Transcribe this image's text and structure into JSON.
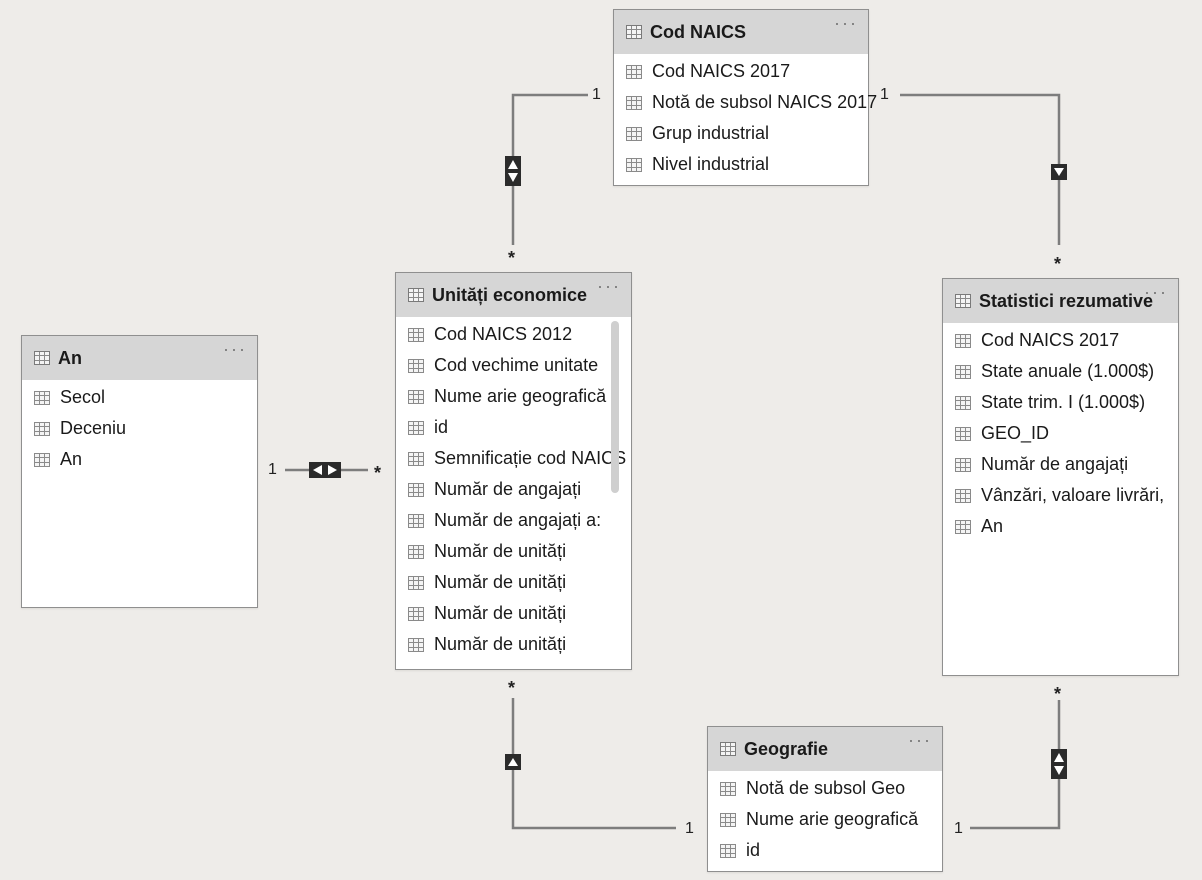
{
  "tables": {
    "cod_naics": {
      "title": "Cod NAICS",
      "fields": [
        "Cod NAICS 2017",
        "Notă de subsol NAICS 2017",
        "Grup industrial",
        "Nivel industrial"
      ]
    },
    "unitati_economice": {
      "title": "Unități economice",
      "fields": [
        "Cod NAICS 2012",
        "Cod vechime unitate",
        "Nume arie geografică",
        "id",
        "Semnificație cod NAICS",
        "Număr de angajați",
        "Număr de angajați a:",
        "Număr de unități",
        "Număr de unități",
        "Număr de unități",
        "Număr de unități"
      ]
    },
    "an": {
      "title": "An",
      "fields": [
        "Secol",
        "Deceniu",
        "An"
      ]
    },
    "statistici_rezumative": {
      "title": "Statistici rezumative",
      "fields": [
        "Cod NAICS 2017",
        "State anuale (1.000$)",
        "State trim. I (1.000$)",
        "GEO_ID",
        "Număr de angajați",
        "Vânzări, valoare livrări,",
        "An"
      ]
    },
    "geografie": {
      "title": "Geografie",
      "fields": [
        "Notă de subsol Geo",
        "Nume arie geografică",
        "id"
      ]
    }
  },
  "card_menu": "···",
  "relationships": {
    "naics_unitati": {
      "one": "1",
      "many": "*"
    },
    "naics_statistici": {
      "one": "1",
      "many": "*"
    },
    "an_unitati": {
      "one": "1",
      "many": "*"
    },
    "geografie_unitati": {
      "one": "1",
      "many": "*"
    },
    "geografie_statistici": {
      "one": "1",
      "many": "*"
    }
  },
  "colors": {
    "background": "#eeece9",
    "header": "#d6d6d6",
    "line": "#7d7d7d",
    "marker": "#2b2b2b"
  }
}
